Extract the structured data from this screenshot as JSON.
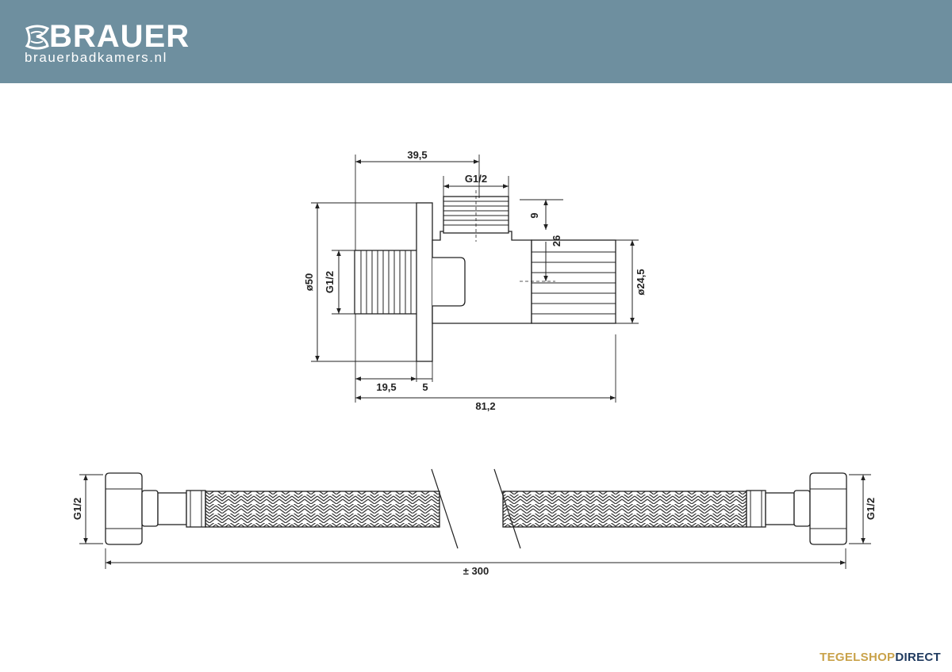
{
  "header": {
    "brand": "BRAUER",
    "url": "brauerbadkamers.nl",
    "background_color": "#6e8f9f"
  },
  "valve_drawing": {
    "dim_top_width": "39,5",
    "dim_top_thread": "G1/2",
    "dim_outlet_height": "9",
    "dim_outlet_offset": "26",
    "dim_body_diameter": "ø24,5",
    "dim_flange_diameter": "ø50",
    "dim_inlet_thread": "G1/2",
    "dim_inlet_length": "19,5",
    "dim_flange_thickness": "5",
    "dim_total_length": "81,2"
  },
  "hose_drawing": {
    "dim_left_thread": "G1/2",
    "dim_right_thread": "G1/2",
    "dim_length": "± 300"
  },
  "footer": {
    "brand_part1": "TEGELSHOP",
    "brand_part2": "DIRECT"
  }
}
